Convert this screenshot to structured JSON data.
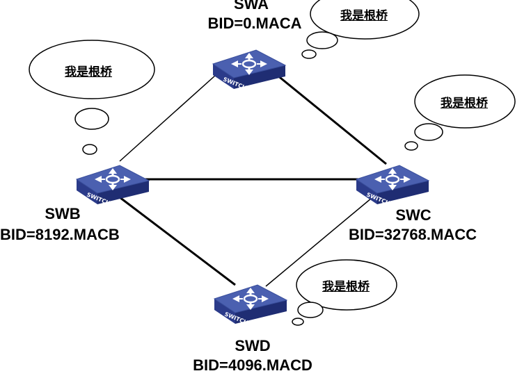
{
  "switch_icon_text": "SWITCH",
  "switches": {
    "swa": {
      "name": "SWA",
      "bid": "BID=0.MACA"
    },
    "swb": {
      "name": "SWB",
      "bid": "BID=8192.MACB"
    },
    "swc": {
      "name": "SWC",
      "bid": "BID=32768.MACC"
    },
    "swd": {
      "name": "SWD",
      "bid": "BID=4096.MACD"
    }
  },
  "bubbles": {
    "swa": "我是根桥",
    "swb": "我是根桥",
    "swc": "我是根桥",
    "swd": "我是根桥"
  },
  "colors": {
    "switch_top": "#4a5fae",
    "switch_side": "#2a3a86",
    "link": "#000000"
  }
}
